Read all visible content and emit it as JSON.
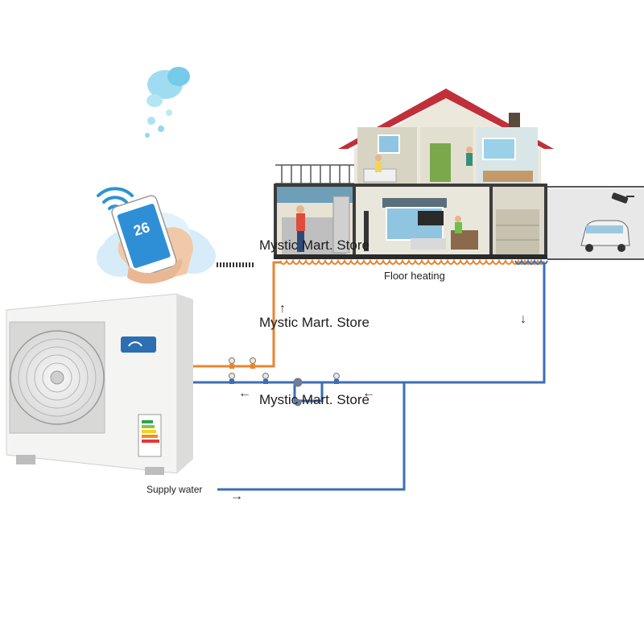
{
  "labels": {
    "floor_heating": "Floor heating",
    "supply_water": "Supply water"
  },
  "watermarks": [
    "Mystic Mart. Store",
    "Mystic Mart. Store",
    "Mystic Mart. Store"
  ],
  "phone": {
    "temperature": "26",
    "icon": "wifi-icon"
  },
  "arrows": {
    "up": "↑",
    "down": "↓",
    "left": "←",
    "right": "→"
  },
  "colors": {
    "hot_pipe": "#e8862f",
    "cold_pipe": "#3a6fb4",
    "roof": "#c0303a",
    "wall": "#e9e4d7",
    "unit_body": "#f4f4f2",
    "phone_screen": "#2f8fd6"
  }
}
